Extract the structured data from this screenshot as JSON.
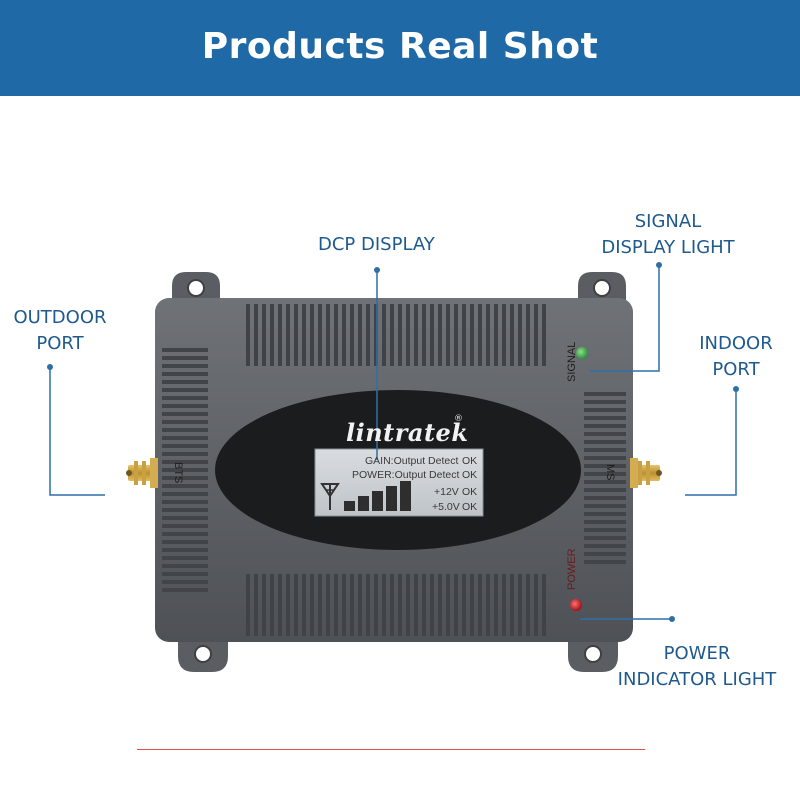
{
  "banner": {
    "title": "Products Real Shot",
    "color": "#1f6aa6"
  },
  "callouts": {
    "dcp_display": "DCP DISPLAY",
    "signal_light": [
      "SIGNAL",
      "DISPLAY LIGHT"
    ],
    "outdoor_port": [
      "OUTDOOR",
      "PORT"
    ],
    "indoor_port": [
      "INDOOR",
      "PORT"
    ],
    "power_light": [
      "POWER",
      "INDICATOR LIGHT"
    ]
  },
  "device": {
    "brand": "lintratek",
    "registered_mark": "®",
    "signal_label": "SIGNAL",
    "power_label": "POWER",
    "bts_label": "BTS",
    "ms_label": "MS",
    "signal_led_color": "#3fae4a",
    "power_led_color": "#c81d25",
    "lcd": {
      "gain_row": {
        "label": "GAIN:Output Detect",
        "status": "OK"
      },
      "power_row": {
        "label": "POWER:Output Detect",
        "status": "OK"
      },
      "v12_row": {
        "label": "+12V",
        "status": "OK"
      },
      "v5_row": {
        "label": "+5.0V",
        "status": "OK"
      },
      "signal_bars": 5
    }
  }
}
